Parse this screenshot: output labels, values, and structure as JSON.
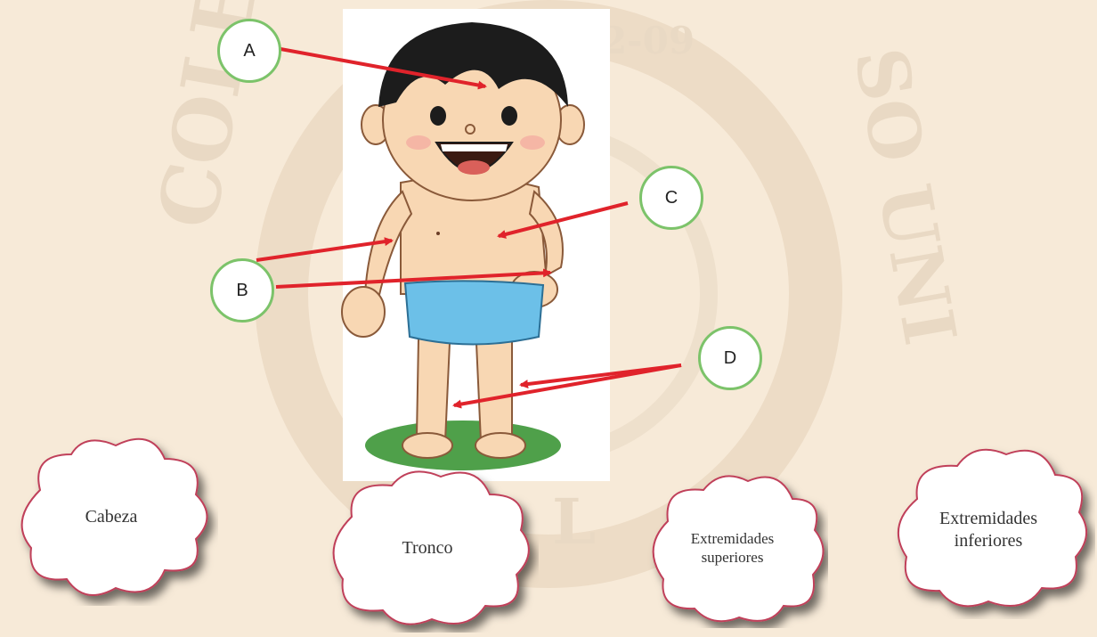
{
  "watermark": {
    "left_text": "COLE",
    "right_text": "SO UNI",
    "code": "2-09",
    "bottom": "L"
  },
  "labels": [
    {
      "id": "A",
      "text": "A"
    },
    {
      "id": "B",
      "text": "B"
    },
    {
      "id": "C",
      "text": "C"
    },
    {
      "id": "D",
      "text": "D"
    }
  ],
  "answers": [
    {
      "text": "Cabeza"
    },
    {
      "text": "Tronco"
    },
    {
      "text": "Extremidades superiores",
      "line1": "Extremidades",
      "line2": "superiores"
    },
    {
      "text": "Extremidades inferiores",
      "line1": "Extremidades",
      "line2": "inferiores"
    }
  ],
  "colors": {
    "arrow": "#e0232b",
    "circle_border": "#7cc36a",
    "cloud_border": "#c0405a",
    "shorts": "#6cc0e8",
    "skin": "#f8d7b3",
    "hair": "#1c1c1c",
    "grass": "#4fa04a"
  }
}
